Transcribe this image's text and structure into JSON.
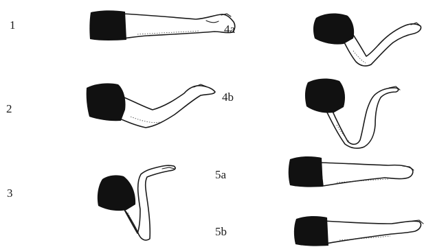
{
  "figure": {
    "labels": {
      "pos1": "1",
      "pos2": "2",
      "pos3": "3",
      "pos4a": "4a",
      "pos4b": "4b",
      "pos5a": "5a",
      "pos5b": "5b"
    },
    "legs": [
      {
        "id": "leg-1",
        "name": "leg-position-1"
      },
      {
        "id": "leg-2",
        "name": "leg-position-2"
      },
      {
        "id": "leg-3",
        "name": "leg-position-3"
      },
      {
        "id": "leg-4a",
        "name": "leg-position-4a"
      },
      {
        "id": "leg-4b",
        "name": "leg-position-4b"
      },
      {
        "id": "leg-5a",
        "name": "leg-position-5a"
      },
      {
        "id": "leg-5b",
        "name": "leg-position-5b"
      }
    ]
  }
}
